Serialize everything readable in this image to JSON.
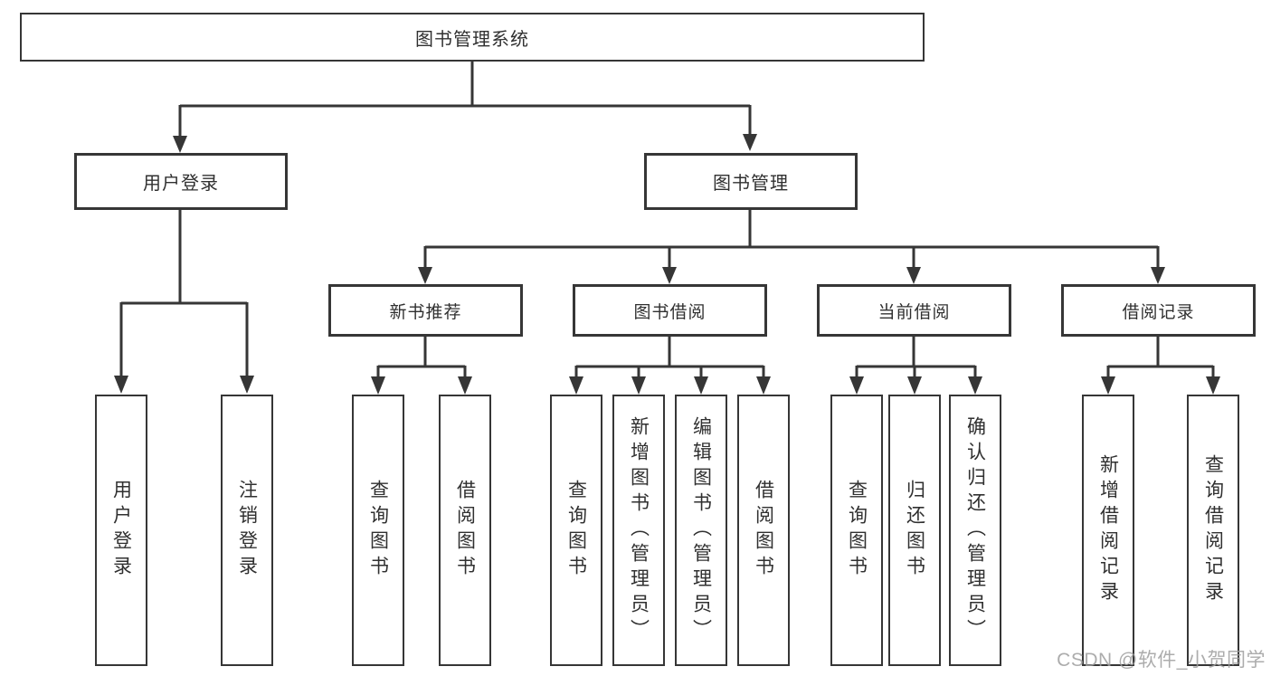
{
  "diagram": {
    "title": "图书管理系统",
    "tree": {
      "root": "图书管理系统",
      "branches": [
        {
          "label": "用户登录",
          "children": [
            "用户登录",
            "注销登录"
          ]
        },
        {
          "label": "图书管理",
          "children": [
            {
              "label": "新书推荐",
              "children": [
                "查询图书",
                "借阅图书"
              ]
            },
            {
              "label": "图书借阅",
              "children": [
                "查询图书",
                "新增图书（管理员）",
                "编辑图书（管理员）",
                "借阅图书"
              ]
            },
            {
              "label": "当前借阅",
              "children": [
                "查询图书",
                "归还图书",
                "确认归还（管理员）"
              ]
            },
            {
              "label": "借阅记录",
              "children": [
                "新增借阅记录",
                "查询借阅记录"
              ]
            }
          ]
        }
      ]
    },
    "colors": {
      "line": "#363636",
      "text": "#303030",
      "background": "#ffffff",
      "watermark": "#9e9e9e"
    }
  },
  "watermark": {
    "text": "CSDN @软件_小贺同学"
  }
}
